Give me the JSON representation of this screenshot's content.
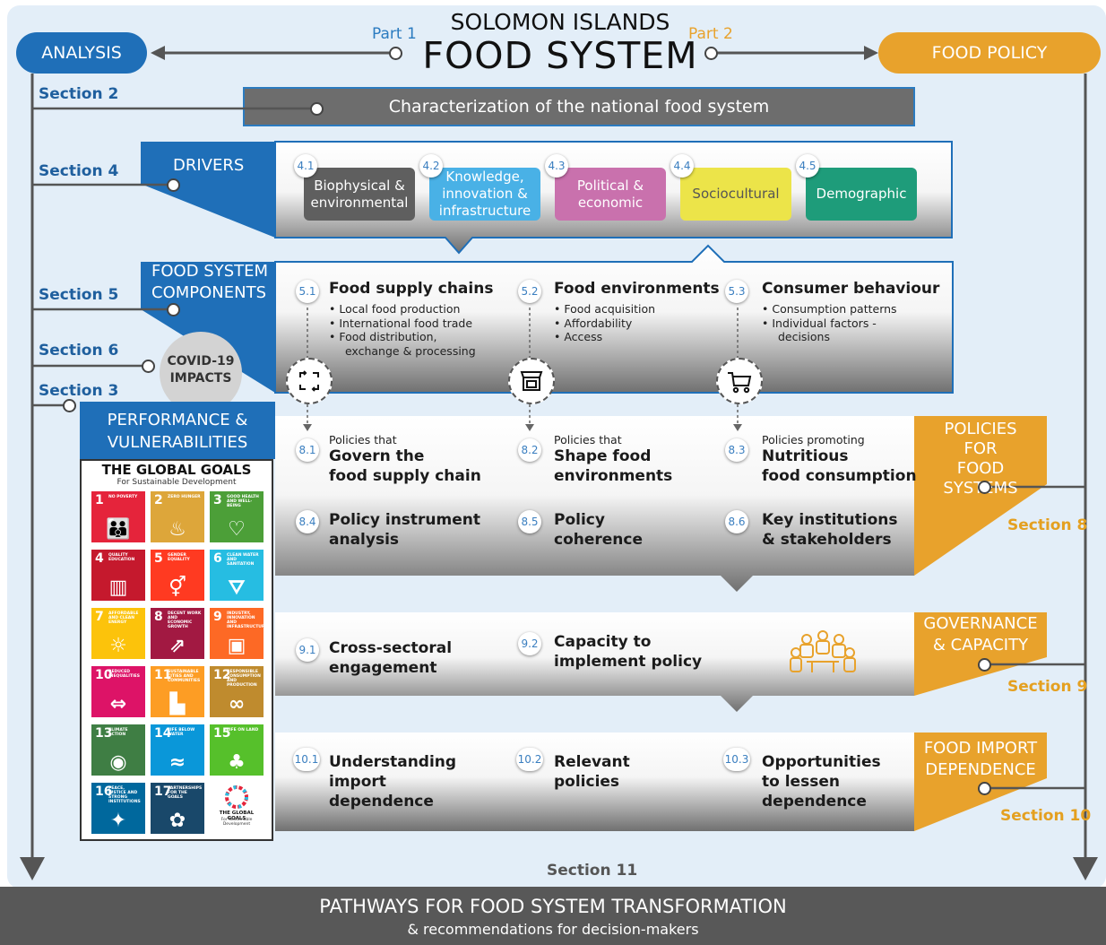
{
  "colors": {
    "blue": "#1f6fb8",
    "orange": "#e8a22c",
    "gray": "#6d6d6d",
    "dark": "#555555"
  },
  "header": {
    "title_line1": "SOLOMON ISLANDS",
    "title_line2": "FOOD SYSTEM",
    "part1": "Part 1",
    "part2": "Part 2",
    "analysis": "ANALYSIS",
    "food_policy": "FOOD POLICY"
  },
  "sections": {
    "s2": "Section 2",
    "s4": "Section 4",
    "s5": "Section 5",
    "s6": "Section 6",
    "s3": "Section 3",
    "s8": "Section 8",
    "s9": "Section 9",
    "s10": "Section 10",
    "s11": "Section 11"
  },
  "characterization": "Characterization of the national food system",
  "drivers": {
    "label": "DRIVERS",
    "items": [
      {
        "num": "4.1",
        "label": "Biophysical & environmental",
        "color": "#5f5f5f"
      },
      {
        "num": "4.2",
        "label": "Knowledge, innovation & infrastructure",
        "color": "#49b1e6"
      },
      {
        "num": "4.3",
        "label": "Political & economic",
        "color": "#c971ad"
      },
      {
        "num": "4.4",
        "label": "Sociocultural",
        "color": "#ece449"
      },
      {
        "num": "4.5",
        "label": "Demographic",
        "color": "#1e9c7a"
      }
    ]
  },
  "components": {
    "label_line1": "FOOD SYSTEM",
    "label_line2": "COMPONENTS",
    "items": [
      {
        "num": "5.1",
        "title": "Food supply chains",
        "bullets": [
          "• Local food production",
          "• International food trade",
          "• Food distribution,",
          "  exchange & processing"
        ],
        "icon": "cycle-arrows-icon"
      },
      {
        "num": "5.2",
        "title": "Food environments",
        "bullets": [
          "• Food acquisition",
          "• Affordability",
          "• Access"
        ],
        "icon": "market-stall-icon"
      },
      {
        "num": "5.3",
        "title": "Consumer behaviour",
        "bullets": [
          "• Consumption patterns",
          "• Individual factors -",
          "  decisions"
        ],
        "icon": "shopping-cart-icon"
      }
    ]
  },
  "covid": {
    "line1": "COVID-19",
    "line2": "IMPACTS"
  },
  "performance": {
    "line1": "PERFORMANCE &",
    "line2": "VULNERABILITIES"
  },
  "goals": {
    "title": "THE GLOBAL GOALS",
    "subtitle": "For Sustainable Development",
    "tiles": [
      {
        "n": "1",
        "t": "NO POVERTY",
        "color": "#e5243b",
        "icon": "family-icon",
        "g": "👪"
      },
      {
        "n": "2",
        "t": "ZERO HUNGER",
        "color": "#dda63a",
        "icon": "bowl-icon",
        "g": "♨"
      },
      {
        "n": "3",
        "t": "GOOD HEALTH AND WELL-BEING",
        "color": "#4c9f38",
        "icon": "heartbeat-icon",
        "g": "♡"
      },
      {
        "n": "4",
        "t": "QUALITY EDUCATION",
        "color": "#c5192d",
        "icon": "book-icon",
        "g": "▥"
      },
      {
        "n": "5",
        "t": "GENDER EQUALITY",
        "color": "#ff3a21",
        "icon": "gender-icon",
        "g": "⚥"
      },
      {
        "n": "6",
        "t": "CLEAN WATER AND SANITATION",
        "color": "#26bde2",
        "icon": "water-icon",
        "g": "⛛"
      },
      {
        "n": "7",
        "t": "AFFORDABLE AND CLEAN ENERGY",
        "color": "#fcc30b",
        "icon": "sun-icon",
        "g": "☼"
      },
      {
        "n": "8",
        "t": "DECENT WORK AND ECONOMIC GROWTH",
        "color": "#a21942",
        "icon": "growth-icon",
        "g": "⇗"
      },
      {
        "n": "9",
        "t": "INDUSTRY, INNOVATION AND INFRASTRUCTURE",
        "color": "#fd6925",
        "icon": "cubes-icon",
        "g": "▣"
      },
      {
        "n": "10",
        "t": "REDUCED INEQUALITIES",
        "color": "#dd1367",
        "icon": "equal-icon",
        "g": "⇔"
      },
      {
        "n": "11",
        "t": "SUSTAINABLE CITIES AND COMMUNITIES",
        "color": "#fd9d24",
        "icon": "city-icon",
        "g": "▙"
      },
      {
        "n": "12",
        "t": "RESPONSIBLE CONSUMPTION AND PRODUCTION",
        "color": "#bf8b2e",
        "icon": "infinity-icon",
        "g": "∞"
      },
      {
        "n": "13",
        "t": "CLIMATE ACTION",
        "color": "#3f7e44",
        "icon": "eye-globe-icon",
        "g": "◉"
      },
      {
        "n": "14",
        "t": "LIFE BELOW WATER",
        "color": "#0a97d9",
        "icon": "fish-icon",
        "g": "≈"
      },
      {
        "n": "15",
        "t": "LIFE ON LAND",
        "color": "#56c02b",
        "icon": "tree-icon",
        "g": "♣"
      },
      {
        "n": "16",
        "t": "PEACE, JUSTICE AND STRONG INSTITUTIONS",
        "color": "#00689d",
        "icon": "dove-icon",
        "g": "✦"
      },
      {
        "n": "17",
        "t": "PARTNERSHIPS FOR THE GOALS",
        "color": "#19486a",
        "icon": "rings-icon",
        "g": "✿"
      }
    ],
    "logo_title": "THE GLOBAL GOALS",
    "logo_sub": "For Sustainable Development"
  },
  "policies": {
    "label_line1": "POLICIES",
    "label_line2": "FOR",
    "label_line3": "FOOD SYSTEMS",
    "items": [
      {
        "num": "8.1",
        "pre": "Policies that",
        "l1": "Govern the",
        "l2": "food supply chain"
      },
      {
        "num": "8.2",
        "pre": "Policies that",
        "l1": "Shape food",
        "l2": "environments"
      },
      {
        "num": "8.3",
        "pre": "Policies promoting",
        "l1": "Nutritious",
        "l2": "food consumption"
      },
      {
        "num": "8.4",
        "l1": "Policy instrument",
        "l2": "analysis"
      },
      {
        "num": "8.5",
        "l1": "Policy",
        "l2": "coherence"
      },
      {
        "num": "8.6",
        "l1": "Key institutions",
        "l2": "& stakeholders"
      }
    ]
  },
  "governance": {
    "label_line1": "GOVERNANCE",
    "label_line2": "& CAPACITY",
    "items": [
      {
        "num": "9.1",
        "l1": "Cross-sectoral",
        "l2": "engagement"
      },
      {
        "num": "9.2",
        "l1": "Capacity to",
        "l2": "implement policy"
      }
    ]
  },
  "imports": {
    "label_line1": "FOOD IMPORT",
    "label_line2": "DEPENDENCE",
    "items": [
      {
        "num": "10.1",
        "l1": "Understanding",
        "l2": "import",
        "l3": "dependence"
      },
      {
        "num": "10.2",
        "l1": "Relevant",
        "l2": "policies"
      },
      {
        "num": "10.3",
        "l1": "Opportunities",
        "l2": "to lessen",
        "l3": "dependence"
      }
    ]
  },
  "footer": {
    "title": "PATHWAYS FOR FOOD SYSTEM TRANSFORMATION",
    "subtitle": "& recommendations for decision-makers"
  }
}
